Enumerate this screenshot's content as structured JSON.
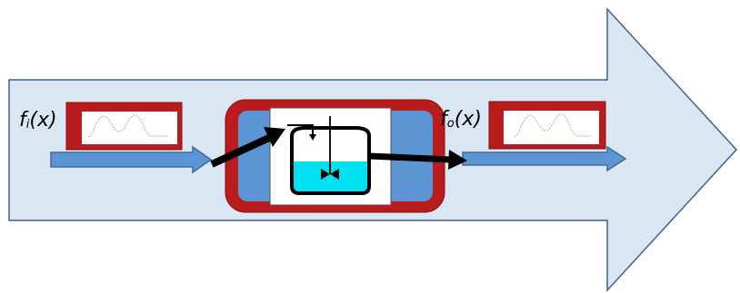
{
  "input_label": {
    "main": "f",
    "sub": "i",
    "arg": "(x)"
  },
  "output_label": {
    "main": "f",
    "sub": "o",
    "arg": "(x)"
  },
  "colors": {
    "big_arrow_fill": "#dbe6f3",
    "big_arrow_stroke": "#3d5f8f",
    "flow_arrow_fill": "#5b95d3",
    "flow_arrow_stroke": "#3d6c9f",
    "frame_red": "#b91c1c",
    "frame_red_dark": "#8a0e0e",
    "reactor_box_fill": "#5b95d3",
    "liquid": "#00e0f0",
    "black": "#000000"
  },
  "icons": [
    "big-process-arrow",
    "input-distribution-plot",
    "output-distribution-plot",
    "stirred-tank-reactor"
  ]
}
